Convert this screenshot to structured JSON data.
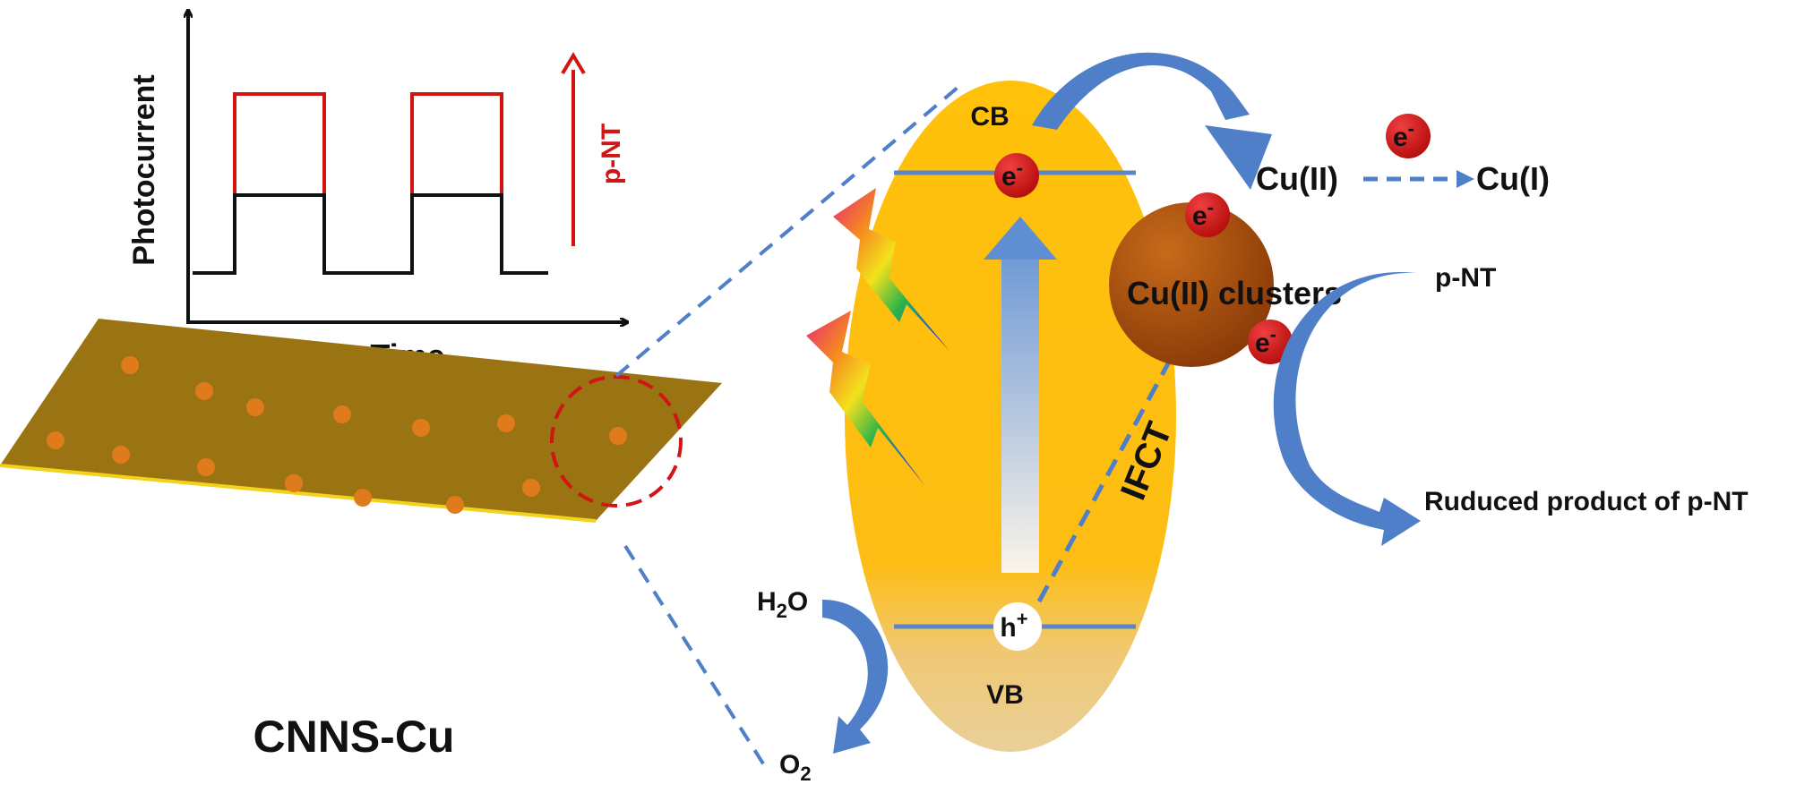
{
  "graph": {
    "ylabel": "Photocurrent",
    "xlabel": "Time",
    "arrow_label": "p-NT"
  },
  "sheet": {
    "label": "CNNS-Cu"
  },
  "bands": {
    "cb": "CB",
    "vb": "VB",
    "electron_text": "e",
    "electron_charge": "-",
    "hole_text": "h",
    "hole_charge": "+"
  },
  "cluster": {
    "label": "Cu(II) clusters"
  },
  "ifct": "IFCT",
  "redox": {
    "reactant": "Cu(II)",
    "product": "Cu(I)"
  },
  "pnt": {
    "reactant": "p-NT",
    "product": "Ruduced product of p-NT"
  },
  "water": {
    "h": "H",
    "h_sub": "2",
    "o": "O",
    "o2": "O",
    "o2_sub": "2"
  },
  "colors": {
    "red_trace": "#d11414",
    "black_trace": "#111111",
    "sheet": "#9a7412",
    "ellipse": "#ffc000",
    "electron": "#d81a1a",
    "arrow_blue": "#4f7fc8"
  }
}
